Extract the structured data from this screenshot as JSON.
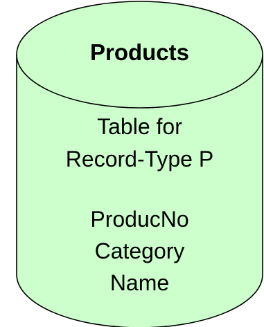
{
  "cylinder": {
    "title": "Products",
    "subtitle_line1": "Table for",
    "subtitle_line2": "Record-Type P",
    "fields": [
      "ProducNo",
      "Category",
      "Name"
    ],
    "fill_color": "#ccffcc",
    "stroke_color": "#000000"
  }
}
